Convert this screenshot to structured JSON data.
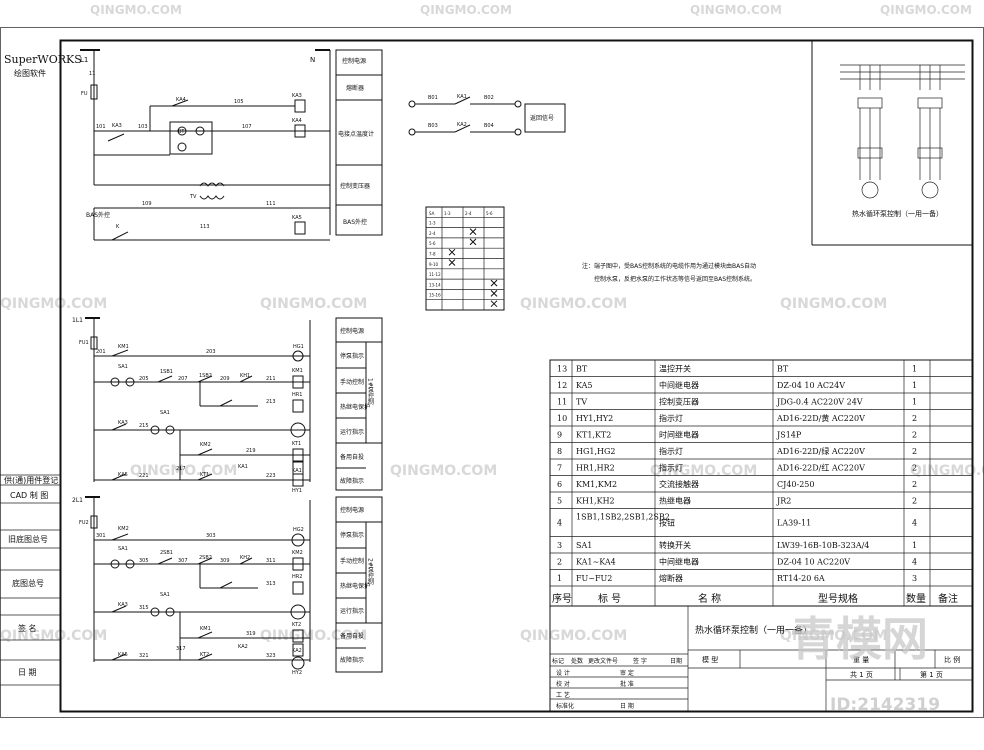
{
  "side_block": {
    "brand": "SuperWORKS",
    "software": "绘图软件",
    "rows": [
      "供(通)用件登记",
      "CAD 制 图",
      "旧底图总号",
      "底图总号",
      "签 名",
      "日 期"
    ]
  },
  "power": {
    "l1": "L1",
    "n": "N",
    "fu": "FU",
    "l1_1": "11",
    "ka4": "KA4",
    "ka3": "KA3",
    "bt": "BT",
    "tv": "TV",
    "ka5": "KA5",
    "w101": "101",
    "w103": "103",
    "w105": "105",
    "w107": "107",
    "w109": "109",
    "w111": "111",
    "w113": "113",
    "bas_contact": "BAS外控",
    "k": "K"
  },
  "top_labels": [
    "控制电源",
    "熔断器",
    "电接点温度计",
    "控制变压器",
    "BAS外控"
  ],
  "signal": {
    "b01": "B01",
    "b02": "B02",
    "b03": "B03",
    "b04": "B04",
    "ka1": "KA1",
    "ka2": "KA2",
    "label": "返回信号"
  },
  "switch_table": {
    "header": [
      "SA",
      "1-3",
      "2-4",
      "5-6"
    ],
    "rows": [
      "1-3",
      "2-4",
      "5-6",
      "7-8",
      "9-10",
      "11-12",
      "13-14",
      "15-16"
    ]
  },
  "note": {
    "line1": "注：端子图中，受BAS控制系统的电缆作用为通过模块由BAS自动",
    "line2": "控制水泵，反把水泵的工作状态等信号返回至BAS控制系统。"
  },
  "pump1": {
    "wire_top": "1L1",
    "fu": "FU1",
    "w201": "201",
    "w203": "203",
    "w205": "205",
    "w207": "207",
    "w209": "209",
    "w211": "211",
    "w213": "213",
    "w215": "215",
    "w217": "217",
    "w219": "219",
    "w221": "221",
    "w223": "223",
    "km1": "KM1",
    "sa1": "SA1",
    "sb1": "1SB1",
    "sb2": "1SB2",
    "kh1": "KH1",
    "ka3": "KA3",
    "km2": "KM2",
    "kt1": "KT1",
    "ka5": "KA5",
    "ka1": "KA1",
    "hg1": "HG1",
    "hr1": "HR1",
    "kt1_coil": "KT1",
    "km1_coil": "KM1",
    "ka1_coil": "KA1",
    "hy1": "HY1"
  },
  "pump2": {
    "wire_top": "2L1",
    "fu": "FU2",
    "w301": "301",
    "w303": "303",
    "w305": "305",
    "w307": "307",
    "w309": "309",
    "w311": "311",
    "w313": "313",
    "w315": "315",
    "w317": "317",
    "w319": "319",
    "w321": "321",
    "w323": "323",
    "km2": "KM2",
    "sa1": "SA1",
    "sb1": "2SB1",
    "sb2": "2SB2",
    "kh2": "KH2",
    "ka3": "KA3",
    "km1": "KM1",
    "kt2": "KT2",
    "ka5": "KA5",
    "ka2": "KA2",
    "hg2": "HG2",
    "hr2": "HR2",
    "kt2_coil": "KT2",
    "km2_coil": "KM2",
    "ka2_coil": "KA2",
    "hy2": "HY2"
  },
  "pump1_labels": [
    "控制电源",
    "停泵指示",
    "手动控制",
    "热继电保护",
    "运行指示",
    "备用自投",
    "故障指示"
  ],
  "pump2_labels": [
    "控制电源",
    "停泵指示",
    "手动控制",
    "热继电保护",
    "运行指示",
    "备用自投",
    "故障指示"
  ],
  "pump1_group": "1#泵控制",
  "pump2_group": "2#泵控制",
  "wiring_title": "热水循环泵控制（一用一备）",
  "parts": {
    "header": [
      "序号",
      "标 号",
      "名 称",
      "型号规格",
      "数量",
      "备注"
    ],
    "rows": [
      [
        "13",
        "BT",
        "温控开关",
        "BT",
        "1",
        ""
      ],
      [
        "12",
        "KA5",
        "中间继电器",
        "DZ-04 10 AC24V",
        "1",
        ""
      ],
      [
        "11",
        "TV",
        "控制变压器",
        "JDG-0.4 AC220V 24V",
        "1",
        ""
      ],
      [
        "10",
        "HY1,HY2",
        "指示灯",
        "AD16-22D/黄 AC220V",
        "2",
        ""
      ],
      [
        "9",
        "KT1,KT2",
        "时间继电器",
        "JS14P",
        "2",
        ""
      ],
      [
        "8",
        "HG1,HG2",
        "指示灯",
        "AD16-22D/绿 AC220V",
        "2",
        ""
      ],
      [
        "7",
        "HR1,HR2",
        "指示灯",
        "AD16-22D/红 AC220V",
        "2",
        ""
      ],
      [
        "6",
        "KM1,KM2",
        "交流接触器",
        "CJ40-250",
        "2",
        ""
      ],
      [
        "5",
        "KH1,KH2",
        "热继电器",
        "JR2",
        "2",
        ""
      ],
      [
        "4",
        "1SB1,1SB2,2SB1,2SB2",
        "按钮",
        "LA39-11",
        "4",
        ""
      ],
      [
        "3",
        "SA1",
        "转换开关",
        "LW39-16B-10B-323A/4",
        "1",
        ""
      ],
      [
        "2",
        "KA1~KA4",
        "中间继电器",
        "DZ-04 10 AC220V",
        "4",
        ""
      ],
      [
        "1",
        "FU~FU2",
        "熔断器",
        "RT14-20 6A",
        "3",
        ""
      ]
    ]
  },
  "title_block": {
    "drawing_title": "热水循环泵控制（一用一备）",
    "mark_row": [
      "标记",
      "处数",
      "更改文件号",
      "签 字",
      "日期"
    ],
    "design": "设 计",
    "check": "校 对",
    "process": "工 艺",
    "standard": "标准化",
    "review": "审 定",
    "approve": "批 准",
    "date": "日 期",
    "type_label": "模 型",
    "weight": "重 量",
    "scale": "比 例",
    "total_pages": "共 1 页",
    "page_no": "第 1 页"
  },
  "watermark": {
    "brand": "青模网",
    "url": "QINGMO.COM",
    "id": "ID:2142319"
  }
}
